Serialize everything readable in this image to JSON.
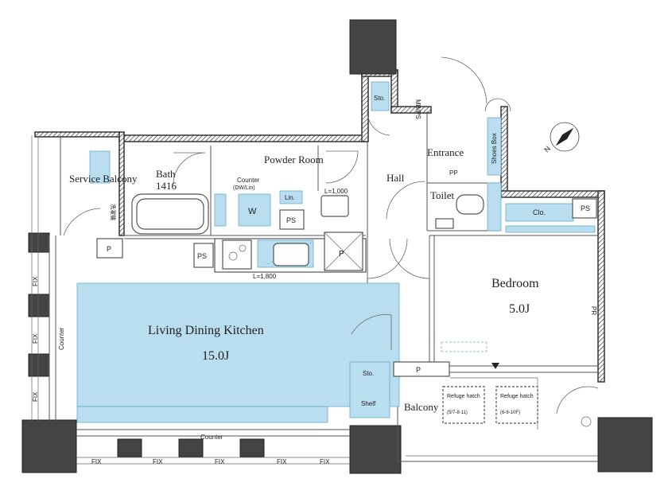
{
  "rooms": {
    "service_balcony": "Service Balcony",
    "bath": "Bath",
    "bath_size": "1416",
    "powder_room": "Powder Room",
    "counter_small": "Counter",
    "counter_small_note": "(DW/Lin)",
    "lin": "Lin.",
    "w": "W",
    "ps": "PS",
    "l1000": "L=1,000",
    "l1800": "L=1,800",
    "p": "P",
    "hall": "Hall",
    "entrance": "Entrance",
    "pp": "PP",
    "shoes_box": "Shoes Box",
    "sto": "Sto.",
    "mbps": "MB/PS",
    "toilet": "Toilet",
    "clo": "Clo.",
    "ldk": "Living Dining Kitchen",
    "ldk_size": "15.0J",
    "bedroom": "Bedroom",
    "bedroom_size": "5.0J",
    "pr": "PR",
    "shelf": "Shelf",
    "balcony": "Balcony",
    "refuge_hatch": "Refuge hatch",
    "refuge_note1": "(5/7-8-11)",
    "refuge_note2": "(6-8-10F)",
    "counter_bottom": "Counter",
    "counter_side": "Counter",
    "fix": "FIX",
    "sink_note": "洗濯機"
  },
  "colors": {
    "fixture_blue": "#b8def0",
    "wall": "#555555",
    "pillar": "#444444"
  }
}
